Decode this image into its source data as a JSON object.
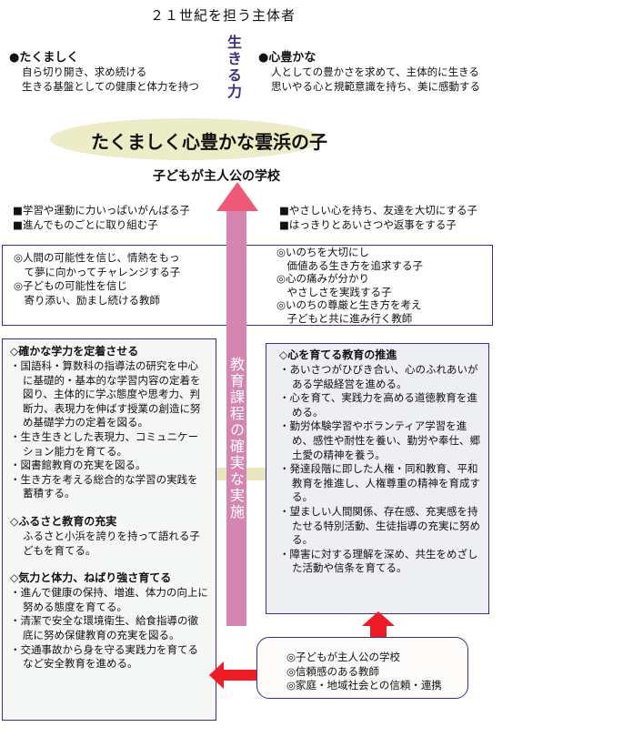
{
  "title": "２１世紀を担う主体者",
  "ikiru": "生きる力",
  "left_goal": {
    "head": "●たくましく",
    "lines": [
      "自ら切り開き、求め続ける",
      "生きる基盤としての健康と体力を持つ"
    ]
  },
  "right_goal": {
    "head": "●心豊かな",
    "lines": [
      "人としての豊かさを求めて、主体的に生きる",
      "思いやる心と規範意識を持ち、美に感動する"
    ]
  },
  "ideal_child": "たくましく心豊かな雲浜の子",
  "school": "子どもが主人公の学校",
  "left_child": [
    "■学習や運動に力いっぱいがんばる子",
    "■進んでものごとに取り組む子"
  ],
  "right_child": [
    "■やさしい心を持ち、友達を大切にする子",
    "■はっきりとあいさつや返事をする子"
  ],
  "left_teacher": [
    "◎人間の可能性を信じ、情熱をもっ",
    "　て夢に向かってチャレンジする子",
    "◎子どもの可能性を信じ",
    "　寄り添い、励まし続ける教師"
  ],
  "right_teacher": [
    "◎いのちを大切にし",
    "　価値ある生き方を追求する子",
    "◎心の痛みが分かり",
    "　やさしさを実践する子",
    "◎いのちの尊厳と生き方を考え",
    "　子どもと共に進み行く教師"
  ],
  "curriculum": "教育課程の確実な実施",
  "left_box": {
    "s1": {
      "head": "◇確かな学力を定着させる",
      "items": [
        "・国語科・算数科の指導法の研究を中心に基礎的・基本的な学習内容の定着を図り、主体的に学ぶ態度や思考力、判断力、表現力を伸ばす授業の創造に努め基礎学力の定着を図る。",
        "・生き生きとした表現力、コミュニケーション能力を育てる。",
        "・図書館教育の充実を図る。",
        "・生き方を考える総合的な学習の実践を蓄積する。"
      ]
    },
    "s2": {
      "head": "◇ふるさと教育の充実",
      "items": [
        "ふるさと小浜を誇りを持って語れる子どもを育てる。"
      ]
    },
    "s3": {
      "head": "◇気力と体力、ねばり強さ育てる",
      "items": [
        "・進んで健康の保持、増進、体力の向上に努める態度を育てる。",
        "・清潔で安全な環境衛生、給食指導の徹底に努め保健教育の充実を図る。",
        "・交通事故から身を守る実践力を育てるなど安全教育を進める。"
      ]
    }
  },
  "right_box": {
    "head": "◇心を育てる教育の推進",
    "items": [
      "・あいさつがひびき合い、心のふれあいがある学級経営を進める。",
      "・心を育て、実践力を高める道徳教育を進める。",
      "・勤労体験学習やボランティア学習を進め、感性や耐性を養い、勤労や奉仕、郷土愛の精神を養う。",
      "・発達段階に即した人権・同和教育、平和教育を推進し、人権尊重の精神を育成する。",
      "・望ましい人間関係、存在感、充実感を持たせる特別活動、生徒指導の充実に努める。",
      "・障害に対する理解を深め、共生をめざした活動や信条を育てる。"
    ]
  },
  "foundation": [
    "◎子どもが主人公の学校",
    "◎信頼感のある教師",
    "◎家庭・地域社会との信頼・連携"
  ],
  "colors": {
    "arrow_shaft": "#d585b0",
    "arrow_head": "#ee5a78",
    "red_arrow": "#ee1c24",
    "border": "#3a2d8c",
    "ellipse": "#ececc6"
  }
}
